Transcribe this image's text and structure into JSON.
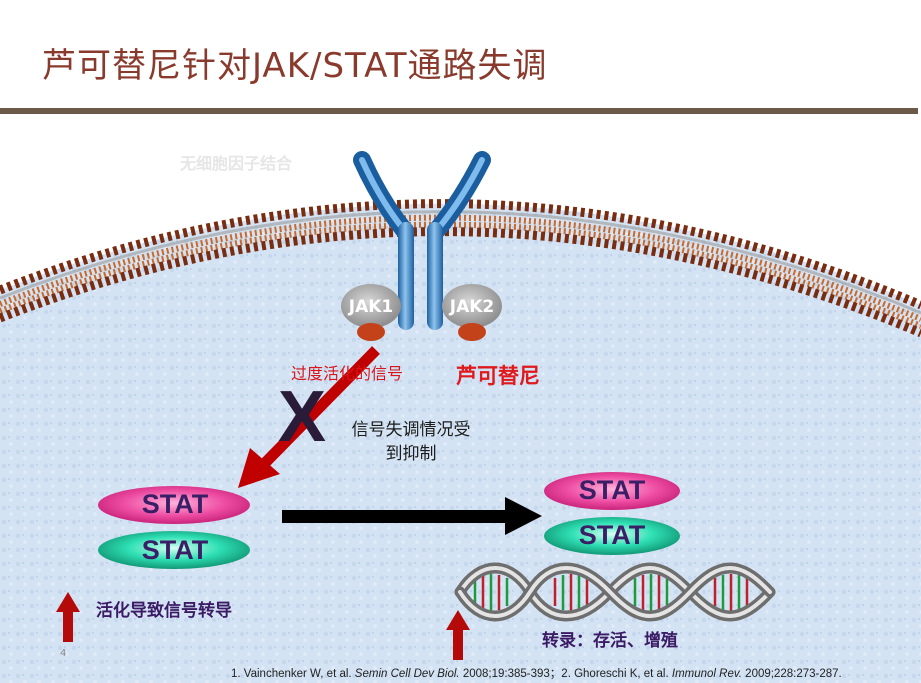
{
  "slide": {
    "title": "芦可替尼针对JAK/STAT通路失调",
    "page_number": "4"
  },
  "diagram": {
    "no_cytokine_label": "无细胞因子结合",
    "jak1": "JAK1",
    "jak2": "JAK2",
    "drug_name": "芦可替尼",
    "overactive_signal": "过度活化的信号",
    "x_mark": "X",
    "inhibited_text": "信号失调情况受到抑制",
    "stat_label": "STAT",
    "signal_caption": "活化导致信号转导",
    "transcription_caption": "转录：存活、增殖"
  },
  "references": {
    "ref1_authors": "1. Vainchenker W, et al. ",
    "ref1_journal": "Semin Cell Dev Biol.",
    "ref1_details": " 2008;19:385-393；",
    "ref2_authors": "2. Ghoreschi K, et al. ",
    "ref2_journal": "Immunol Rev.",
    "ref2_details": " 2009;228:273-287."
  },
  "colors": {
    "title": "#8a3a2c",
    "rule": "#6b5a48",
    "drug": "#e0191d",
    "arrow_red": "#c00000",
    "stat_pink": "#e8348f",
    "stat_teal": "#1fd6a8",
    "membrane_dark": "#6a2a10",
    "receptor_blue": "#2f7fc4"
  }
}
